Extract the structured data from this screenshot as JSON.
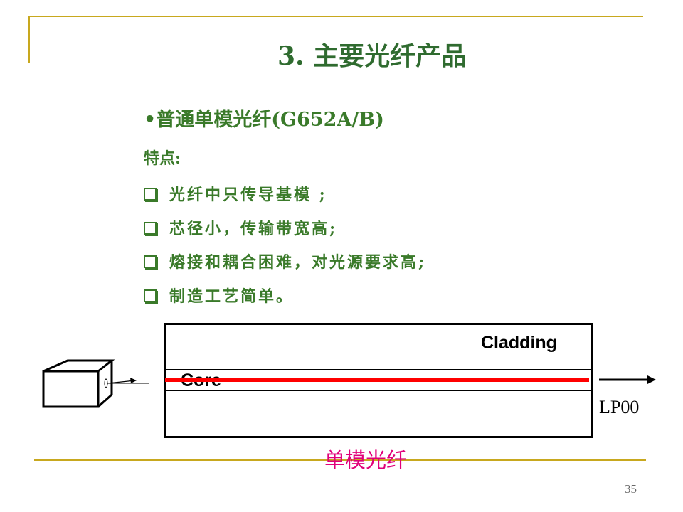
{
  "slide": {
    "title": "3. 主要光纤产品",
    "subtitle": "•普通单模光纤(G652A/B)",
    "features_label": "特点:",
    "items": [
      "光纤中只传导基模 ;",
      "芯径小，传输带宽高;",
      "熔接和耦合困难，对光源要求高;",
      "制造工艺简单。"
    ],
    "diagram": {
      "cladding_label": "Cladding",
      "core_label": "Core",
      "mode_label": "LP00",
      "caption": "单模光纤"
    },
    "page_number": "35",
    "colors": {
      "text": "#3a7a2a",
      "title": "#2f6b2f",
      "rule": "#c8a81e",
      "light_ray": "#ff0000",
      "caption": "#e0007a"
    }
  }
}
